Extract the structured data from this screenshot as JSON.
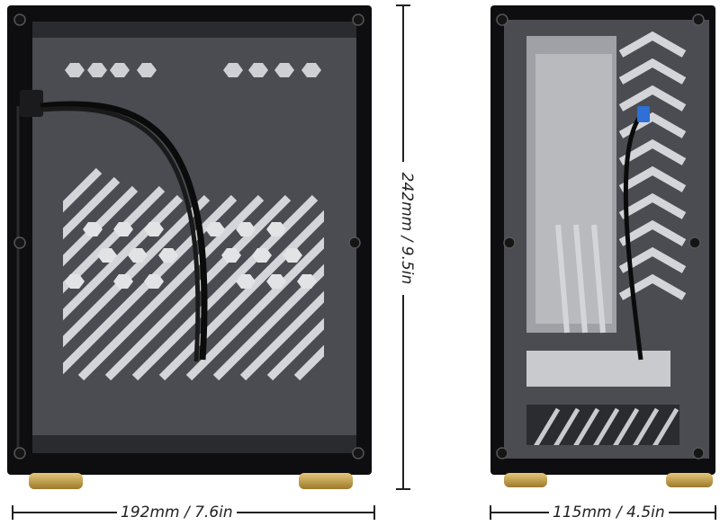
{
  "image": {
    "subject": "pc-case-dimension-views",
    "views": [
      "front-side-panel",
      "side-panel"
    ]
  },
  "dimensions": {
    "width": "192mm / 7.6in",
    "height": "242mm / 9.5in",
    "depth": "115mm / 4.5in"
  },
  "colors": {
    "frame": "#0e0e10",
    "glass": "#4a4c52",
    "mesh": "#c9cacd",
    "feet": "#c9a84a",
    "line": "#222222"
  }
}
